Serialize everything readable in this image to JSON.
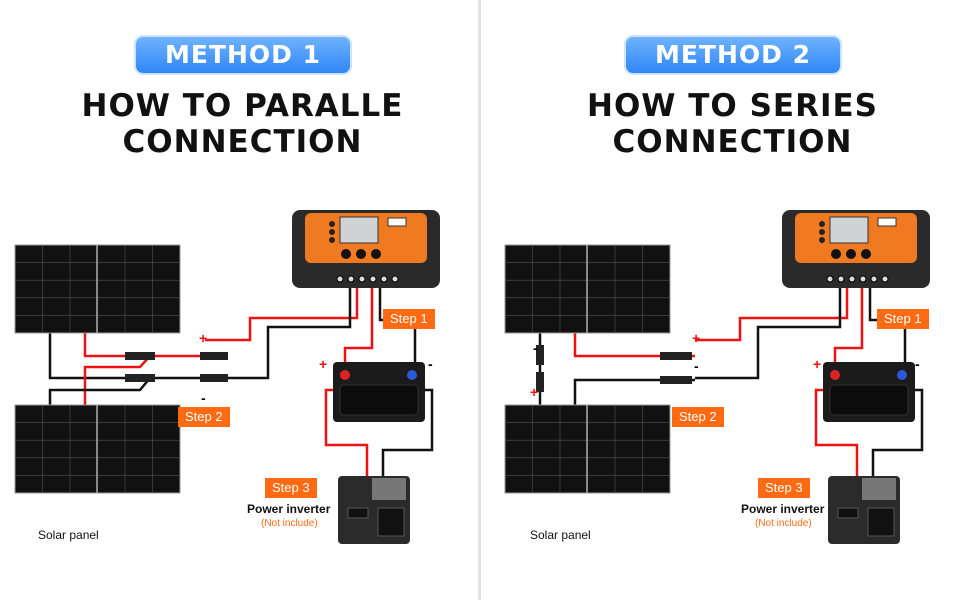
{
  "methods": [
    {
      "badge": "METHOD 1",
      "title_line1": "HOW TO PARALLE",
      "title_line2": "CONNECTION",
      "step1": "Step 1",
      "step2": "Step 2",
      "step3": "Step 3",
      "inverter_label": "Power inverter",
      "inverter_note": "(Not include)",
      "panel_label": "Solar panel",
      "plus": "+",
      "minus": "-"
    },
    {
      "badge": "METHOD 2",
      "title_line1": "HOW TO SERIES",
      "title_line2": "CONNECTION",
      "step1": "Step 1",
      "step2": "Step 2",
      "step3": "Step 3",
      "inverter_label": "Power inverter",
      "inverter_note": "(Not include)",
      "panel_label": "Solar panel",
      "plus": "+",
      "minus": "-"
    }
  ],
  "colors": {
    "accent": "#ff6a13",
    "badge": "#3a8ef6",
    "positive_wire": "#e11",
    "negative_wire": "#111"
  }
}
